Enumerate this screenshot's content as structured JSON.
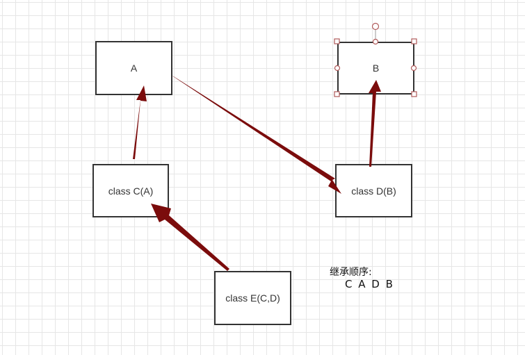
{
  "nodes": {
    "a": "A",
    "b": "B",
    "c": "class C(A)",
    "d": "class D(B)",
    "e": "class E(C,D)"
  },
  "note": {
    "title": "继承顺序:",
    "order": "C A D B"
  },
  "colors": {
    "arrow": "#7b0c0c",
    "node_border": "#333333",
    "selection_handle": "#b05a5a",
    "grid": "#e6e6e6"
  },
  "selected_node": "b"
}
